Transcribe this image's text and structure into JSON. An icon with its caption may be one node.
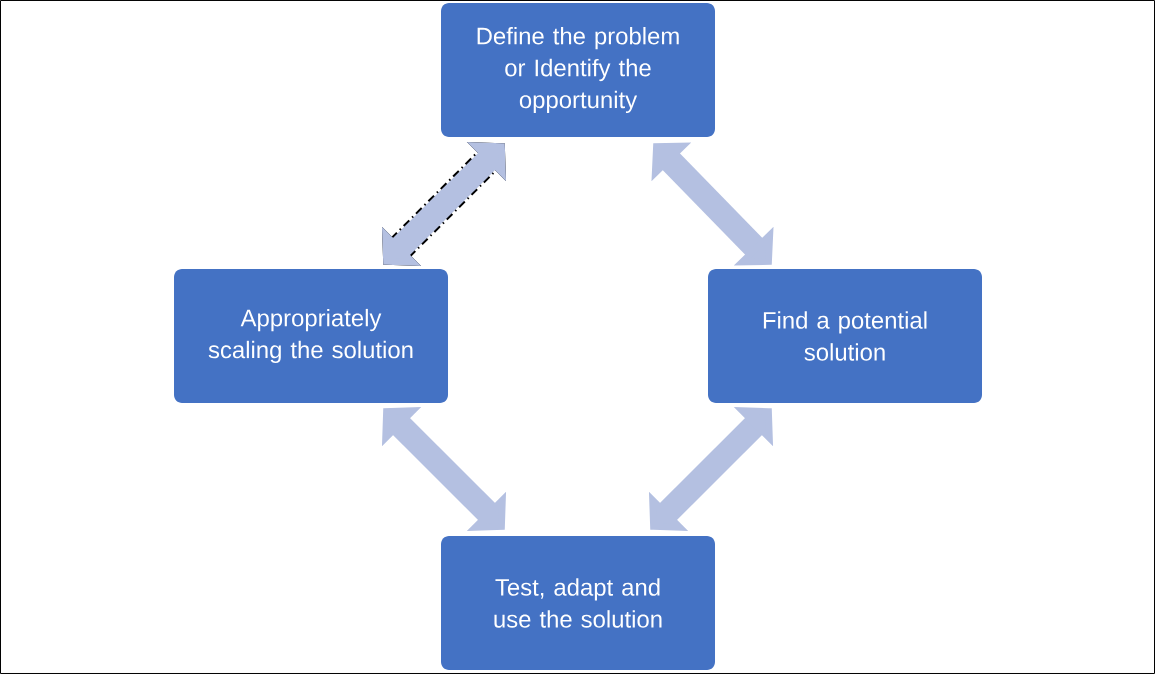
{
  "diagram": {
    "nodes": [
      {
        "text": [
          "Define the problem or Identify the opportunity"
        ]
      },
      {
        "text": [
          "Find a potential solution"
        ]
      },
      {
        "text": [
          "Test, adapt and use the solution"
        ]
      },
      {
        "text": [
          "Appropriately scaling the solution"
        ]
      }
    ],
    "edges": [
      {
        "from": 0,
        "to": 1,
        "arrow": "both"
      },
      {
        "from": 1,
        "to": 2,
        "arrow": "both"
      },
      {
        "from": 2,
        "to": 3,
        "arrow": "both"
      },
      {
        "from": 3,
        "to": 0,
        "arrow": "both",
        "style": "dashed",
        "color": "#000000"
      }
    ]
  }
}
